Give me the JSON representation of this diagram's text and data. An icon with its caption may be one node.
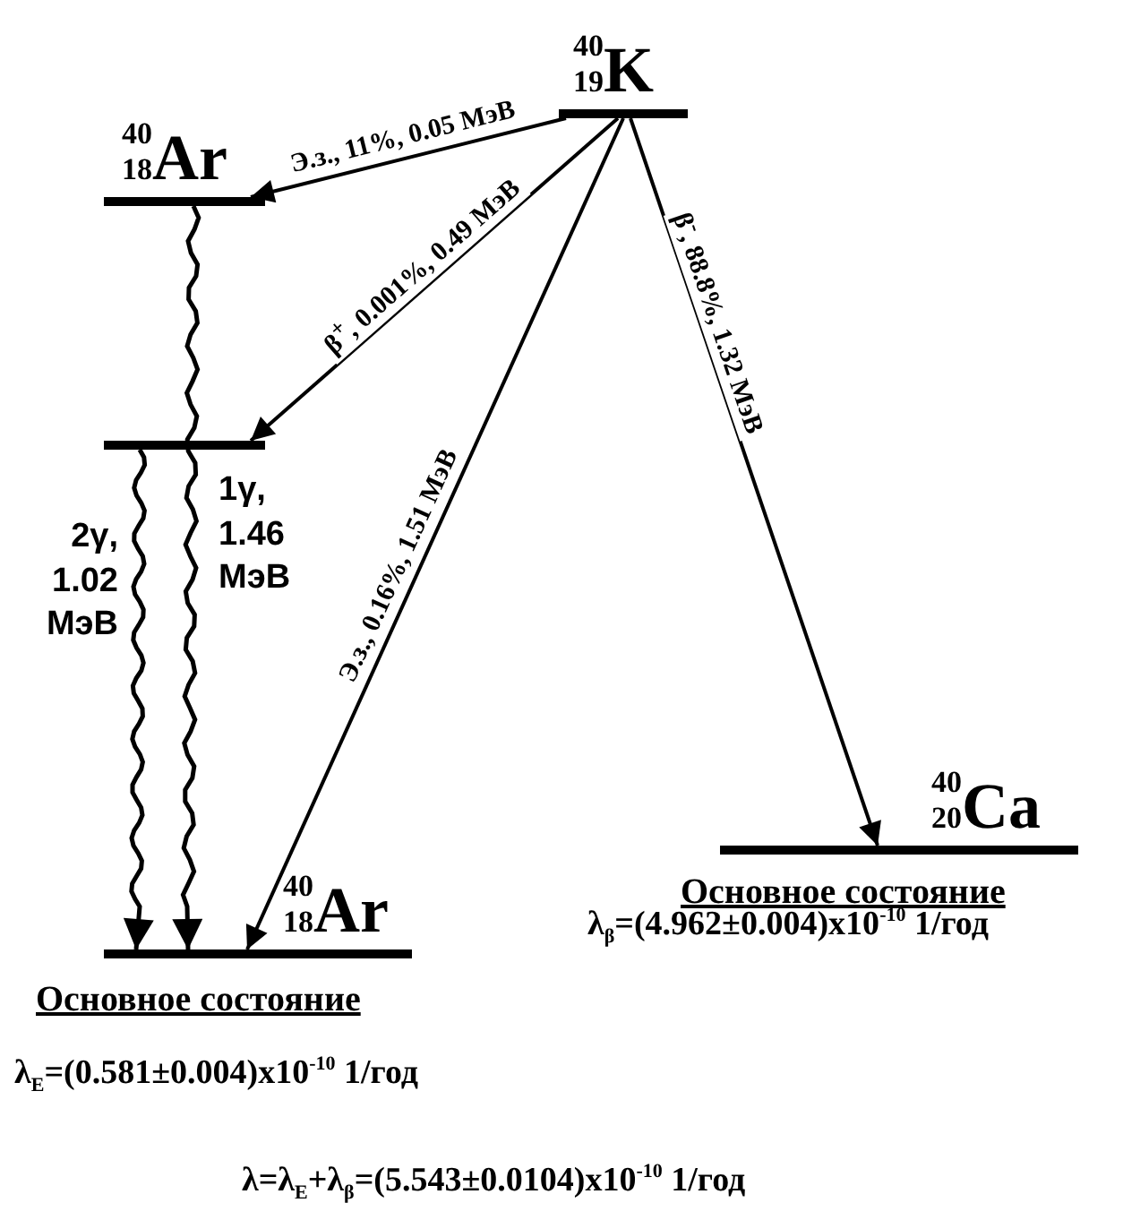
{
  "diagram": {
    "nodes": [
      {
        "text": [
          "$^{40}$$_{19}$K"
        ]
      },
      {
        "text": [
          "$^{40}$$_{18}$Ar"
        ]
      },
      {
        "text": [],
        "shape": "bar"
      },
      {
        "text": [
          "$^{40}$$_{18}$Ar"
        ],
        "beside": [
          "Основное состояние"
        ]
      },
      {
        "text": [
          "$^{40}$$_{20}$Ca"
        ],
        "beside": [
          "Основное состояние"
        ]
      }
    ],
    "edges": [
      {
        "from": 0,
        "to": 1,
        "arrow": "to",
        "label": "Э.з., 11%, 0.05 МэВ"
      },
      {
        "from": 0,
        "to": 2,
        "arrow": "to",
        "label": "β$^{+}$, 0.001%, 0.49 МэВ"
      },
      {
        "from": 0,
        "to": 3,
        "arrow": "to",
        "label": "Э.з., 0.16%, 1.51 МэВ"
      },
      {
        "from": 0,
        "to": 4,
        "arrow": "to",
        "label": "β$^{-}$, 88.8%, 1.32 МэВ"
      },
      {
        "from": 1,
        "to": 3,
        "arrow": "to",
        "label": "1γ, 1.46 МэВ"
      },
      {
        "from": 2,
        "to": 3,
        "arrow": "to",
        "label": "2γ, 1.02 МэВ"
      }
    ],
    "labels": [
      "λ$_{β}$=(4.962±0.004)x10$^{-10}$ 1/год",
      "λ$_{E}$=(0.581±0.004)x10$^{-10}$ 1/год",
      "λ=λ$_{E}$+λ$_{β}$=(5.543±0.0104)x10$^{-10}$ 1/год"
    ]
  }
}
